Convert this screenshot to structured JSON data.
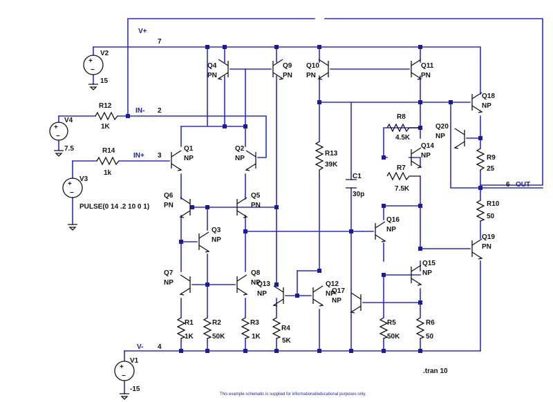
{
  "nets": {
    "vplus": "V+",
    "n7": "7",
    "inminus": "IN-",
    "n2": "2",
    "inplus": "IN+",
    "n3": "3",
    "vminus": "V-",
    "n4": "4",
    "n6": "6",
    "out": "OUT"
  },
  "sources": {
    "v1": {
      "name": "V1",
      "value": "-15"
    },
    "v2": {
      "name": "V2",
      "value": "15"
    },
    "v3": {
      "name": "V3",
      "value": "PULSE(0 14 .2 10 0 1)"
    },
    "v4": {
      "name": "V4",
      "value": "7.5"
    }
  },
  "resistors": {
    "r1": {
      "name": "R1",
      "value": "1K"
    },
    "r2": {
      "name": "R2",
      "value": "50K"
    },
    "r3": {
      "name": "R3",
      "value": "1K"
    },
    "r4": {
      "name": "R4",
      "value": "5K"
    },
    "r5": {
      "name": "R5",
      "value": "50K"
    },
    "r6": {
      "name": "R6",
      "value": "50"
    },
    "r7": {
      "name": "R7",
      "value": "7.5K"
    },
    "r8": {
      "name": "R8",
      "value": "4.5K"
    },
    "r9": {
      "name": "R9",
      "value": "25"
    },
    "r10": {
      "name": "R10",
      "value": "50"
    },
    "r12": {
      "name": "R12",
      "value": "1K"
    },
    "r13": {
      "name": "R13",
      "value": "39K"
    },
    "r14": {
      "name": "R14",
      "value": "1k"
    }
  },
  "capacitors": {
    "c1": {
      "name": "C1",
      "value": "30p"
    }
  },
  "transistors": {
    "q1": {
      "name": "Q1",
      "type": "NP"
    },
    "q2": {
      "name": "Q2",
      "type": "NP"
    },
    "q3": {
      "name": "Q3",
      "type": "NP"
    },
    "q4": {
      "name": "Q4",
      "type": "PN"
    },
    "q5": {
      "name": "Q5",
      "type": "PN"
    },
    "q6": {
      "name": "Q6",
      "type": "PN"
    },
    "q7": {
      "name": "Q7",
      "type": "NP"
    },
    "q8": {
      "name": "Q8",
      "type": "NP"
    },
    "q9": {
      "name": "Q9",
      "type": "PN"
    },
    "q10": {
      "name": "Q10",
      "type": "PN"
    },
    "q11": {
      "name": "Q11",
      "type": "PN"
    },
    "q12": {
      "name": "Q12",
      "type": "NP"
    },
    "q13": {
      "name": "Q13",
      "type": "NP"
    },
    "q14": {
      "name": "Q14",
      "type": "NP"
    },
    "q15": {
      "name": "Q15",
      "type": "NP"
    },
    "q16": {
      "name": "Q16",
      "type": "NP"
    },
    "q17": {
      "name": "Q17",
      "type": "NP"
    },
    "q18": {
      "name": "Q18",
      "type": "NP"
    },
    "q19": {
      "name": "Q19",
      "type": "PN"
    },
    "q20": {
      "name": "Q20",
      "type": "NP"
    }
  },
  "directive": ".tran 10",
  "footer": "This example schematic is supplied for informational/educational purposes only.",
  "colors": {
    "wire": "#2a2adc",
    "component": "#111111",
    "junction": "#1a1aa8",
    "background": "#ffffff"
  }
}
